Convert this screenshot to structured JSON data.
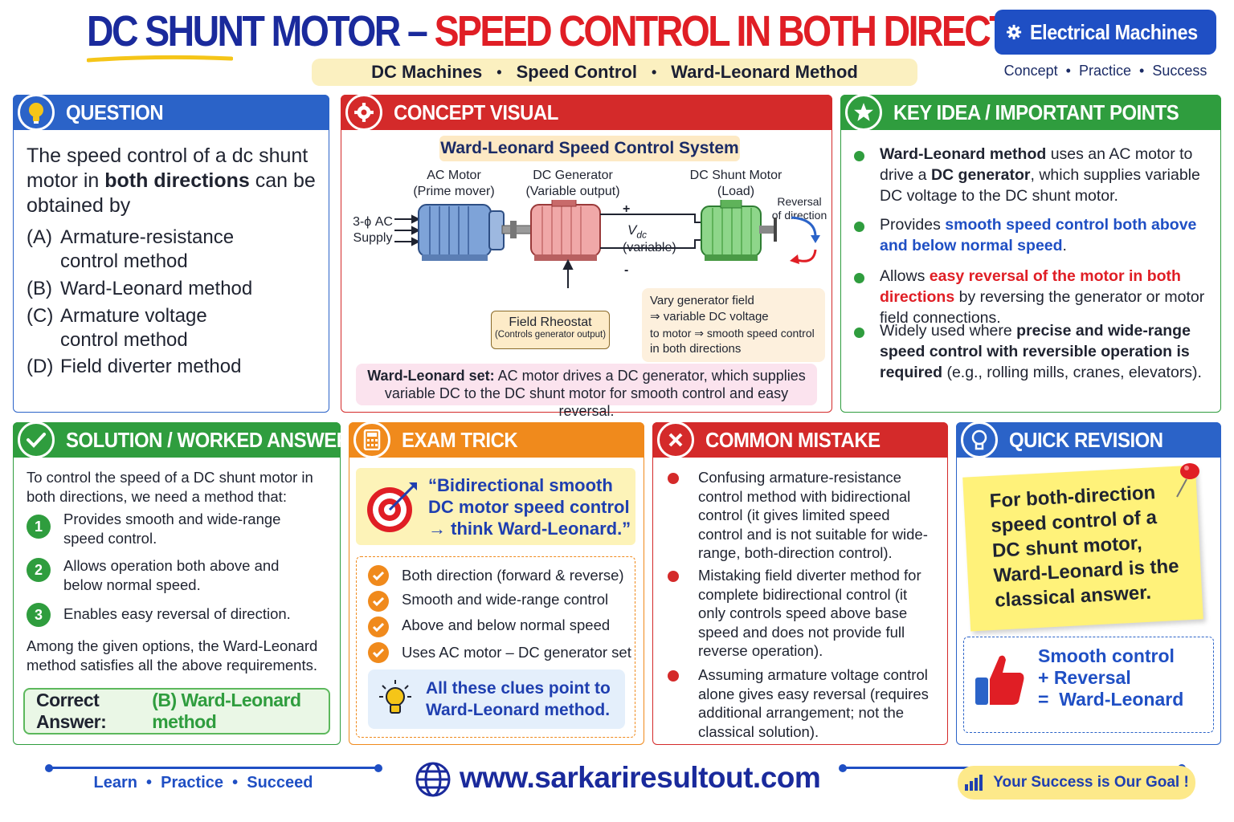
{
  "header": {
    "title_part1": "DC SHUNT MOTOR – ",
    "title_part2": "SPEED CONTROL IN BOTH DIRECTIONS",
    "tags": [
      "DC Machines",
      "Speed Control",
      "Ward-Leonard Method"
    ],
    "tag_separator": "•",
    "brand_label": "Electrical Machines",
    "brand_sub": "Concept  •  Practice  •  Success"
  },
  "question": {
    "heading": "QUESTION",
    "stem_pre": "The speed control of a dc shunt motor in ",
    "stem_bold": "both directions",
    "stem_post": " can be obtained by",
    "options": [
      {
        "key": "(A)",
        "line1": "Armature-resistance",
        "line2": "control method"
      },
      {
        "key": "(B)",
        "line1": "Ward-Leonard method",
        "line2": ""
      },
      {
        "key": "(C)",
        "line1": "Armature voltage",
        "line2": "control method"
      },
      {
        "key": "(D)",
        "line1": "Field diverter method",
        "line2": ""
      }
    ]
  },
  "concept": {
    "heading": "CONCEPT VISUAL",
    "diagram_title": "Ward-Leonard Speed Control System",
    "ac_motor": "AC Motor",
    "ac_motor_sub": "(Prime mover)",
    "dc_gen": "DC Generator",
    "dc_gen_sub": "(Variable output)",
    "dc_motor": "DC Shunt Motor",
    "dc_motor_sub": "(Load)",
    "supply1": "3-ϕ AC",
    "supply2": "Supply",
    "plus": "+",
    "minus": "-",
    "vdc": "V",
    "vdc_sub": "dc",
    "vdc_note": "(variable)",
    "reversal1": "Reversal",
    "reversal2": "of direction",
    "rheostat": "Field Rheostat",
    "rheostat_sub": "(Controls generator output)",
    "vary_lines": [
      "Vary generator field",
      "⇒ variable DC voltage",
      "to motor ⇒ smooth speed control",
      "in both directions"
    ],
    "wl_bold": "Ward-Leonard set:",
    "wl_text": " AC motor drives a DC generator, which supplies variable DC to the DC shunt motor for smooth control and easy reversal."
  },
  "key": {
    "heading": "KEY IDEA / IMPORTANT POINTS",
    "p1_b1": "Ward-Leonard method",
    "p1_t1": " uses an AC motor to drive a ",
    "p1_b2": "DC generator",
    "p1_t2": ", which supplies variable DC voltage to the DC shunt motor.",
    "p2_t1": "Provides ",
    "p2_hl": "smooth speed control both above and below normal speed",
    "p2_t2": ".",
    "p3_t1": "Allows ",
    "p3_hl": "easy reversal of the motor in both directions",
    "p3_t2": " by reversing the generator or motor field connections.",
    "p4_t1": "Widely used where ",
    "p4_b": "precise and wide-range speed control with reversible operation is required",
    "p4_t2": " (e.g., rolling mills, cranes, elevators)."
  },
  "solution": {
    "heading": "SOLUTION / WORKED ANSWER",
    "intro": "To control the speed of a DC shunt motor in both directions, we need a method that:",
    "steps": [
      {
        "n": "1",
        "text": "Provides smooth and wide-range speed control."
      },
      {
        "n": "2",
        "text": "Allows operation both above and below normal speed."
      },
      {
        "n": "3",
        "text": "Enables easy reversal of direction."
      }
    ],
    "conclusion": "Among the given options, the Ward-Leonard method satisfies all the above requirements.",
    "answer_label": "Correct Answer:",
    "answer_value": "(B) Ward-Leonard method"
  },
  "trick": {
    "heading": "EXAM TRICK",
    "quote": "“Bidirectional smooth DC motor speed control → think Ward-Leonard.”",
    "checks": [
      "Both direction (forward & reverse)",
      "Smooth and wide-range control",
      "Above and below normal speed",
      "Uses AC motor – DC generator set"
    ],
    "hint": "All these clues point to Ward-Leonard method."
  },
  "mistake": {
    "heading": "COMMON MISTAKE",
    "items": [
      "Confusing armature-resistance control method with bidirectional control (it gives limited speed control and is not suitable for wide-range, both-direction control).",
      "Mistaking field diverter method for complete bidirectional control (it only controls speed above base speed and does not provide full reverse operation).",
      "Assuming armature voltage control alone gives easy reversal (requires additional arrangement; not the classical solution)."
    ]
  },
  "revision": {
    "heading": "QUICK REVISION",
    "sticky": "For both-direction speed control of a DC shunt motor, Ward-Leonard is the classical answer.",
    "summary": "Smooth control\n+ Reversal\n=  Ward-Leonard"
  },
  "footer": {
    "left": "Learn  •  Practice  •  Succeed",
    "url": "www.sarkariresultout.com",
    "right": "Your Success is Our Goal !"
  },
  "colors": {
    "navy": "#1a2a9c",
    "red": "#e01e25",
    "blue": "#2b63c8",
    "green": "#2f9d3e",
    "orange": "#f08a1c"
  }
}
